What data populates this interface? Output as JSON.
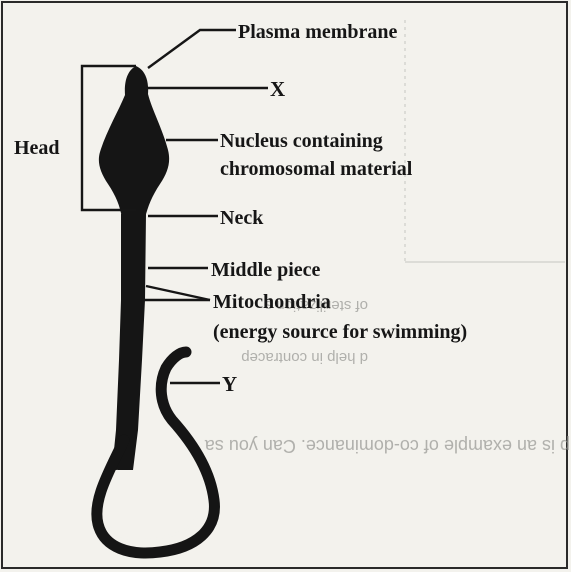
{
  "diagram": {
    "labels": {
      "plasma_membrane": "Plasma membrane",
      "x": "X",
      "head": "Head",
      "nucleus_line1": "Nucleus containing",
      "nucleus_line2": "chromosomal material",
      "neck": "Neck",
      "middle_piece": "Middle piece",
      "mitochondria": "Mitochondria",
      "energy_source": "(energy source for swimming)",
      "y": "Y"
    },
    "show_through_text": {
      "line1": "of sterilization s",
      "line2": "d help in contracep",
      "line3": "p is an example of co-dominance. Can you sa"
    }
  }
}
